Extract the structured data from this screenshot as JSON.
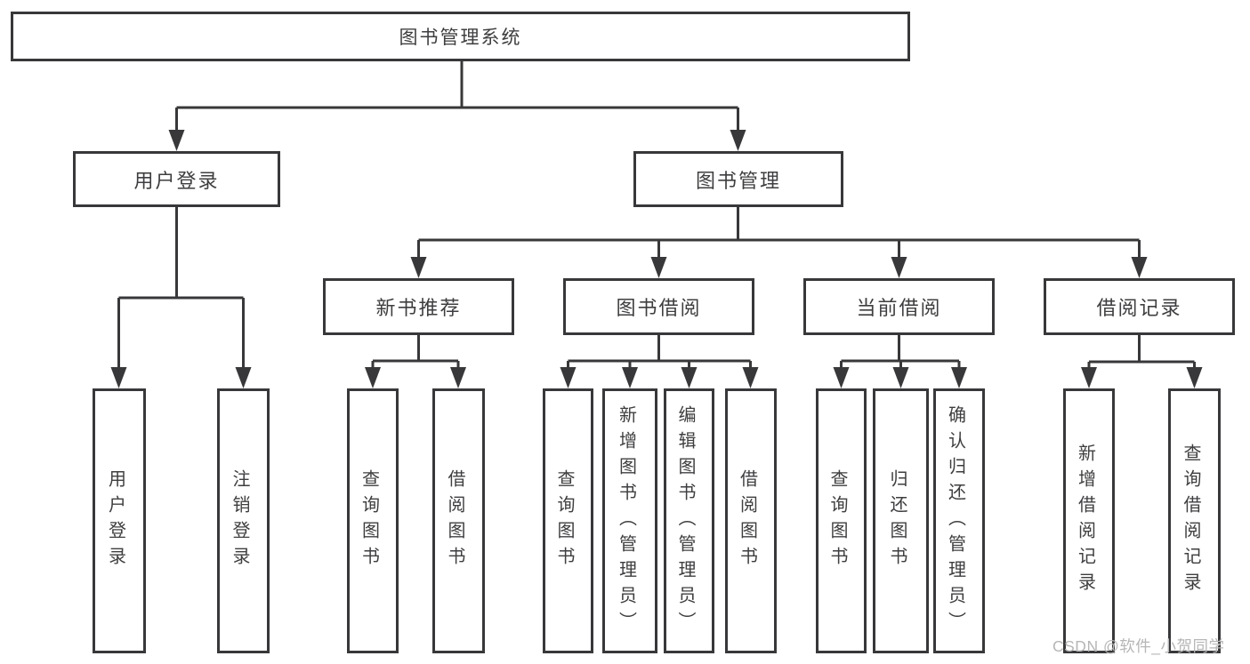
{
  "diagram": {
    "type": "hierarchy",
    "root": {
      "label": "图书管理系统"
    },
    "level2": [
      {
        "label": "用户登录"
      },
      {
        "label": "图书管理"
      }
    ],
    "level3": [
      {
        "label": "新书推荐"
      },
      {
        "label": "图书借阅"
      },
      {
        "label": "当前借阅"
      },
      {
        "label": "借阅记录"
      }
    ],
    "leafGroups": [
      {
        "parent": "用户登录",
        "leaves": [
          {
            "label": "用户登录"
          },
          {
            "label": "注销登录"
          }
        ]
      },
      {
        "parent": "新书推荐",
        "leaves": [
          {
            "label": "查询图书"
          },
          {
            "label": "借阅图书"
          }
        ]
      },
      {
        "parent": "图书借阅",
        "leaves": [
          {
            "label": "查询图书"
          },
          {
            "label": "新增图书（管理员）"
          },
          {
            "label": "编辑图书（管理员）"
          },
          {
            "label": "借阅图书"
          }
        ]
      },
      {
        "parent": "当前借阅",
        "leaves": [
          {
            "label": "查询图书"
          },
          {
            "label": "归还图书"
          },
          {
            "label": "确认归还（管理员）"
          }
        ]
      },
      {
        "parent": "借阅记录",
        "leaves": [
          {
            "label": "新增借阅记录"
          },
          {
            "label": "查询借阅记录"
          }
        ]
      }
    ]
  },
  "watermark": "CSDN @软件_小贺同学",
  "colors": {
    "line": "#38383a",
    "text": "#3e3e40",
    "watermark": "#b6b6b6",
    "background": "#ffffff"
  }
}
